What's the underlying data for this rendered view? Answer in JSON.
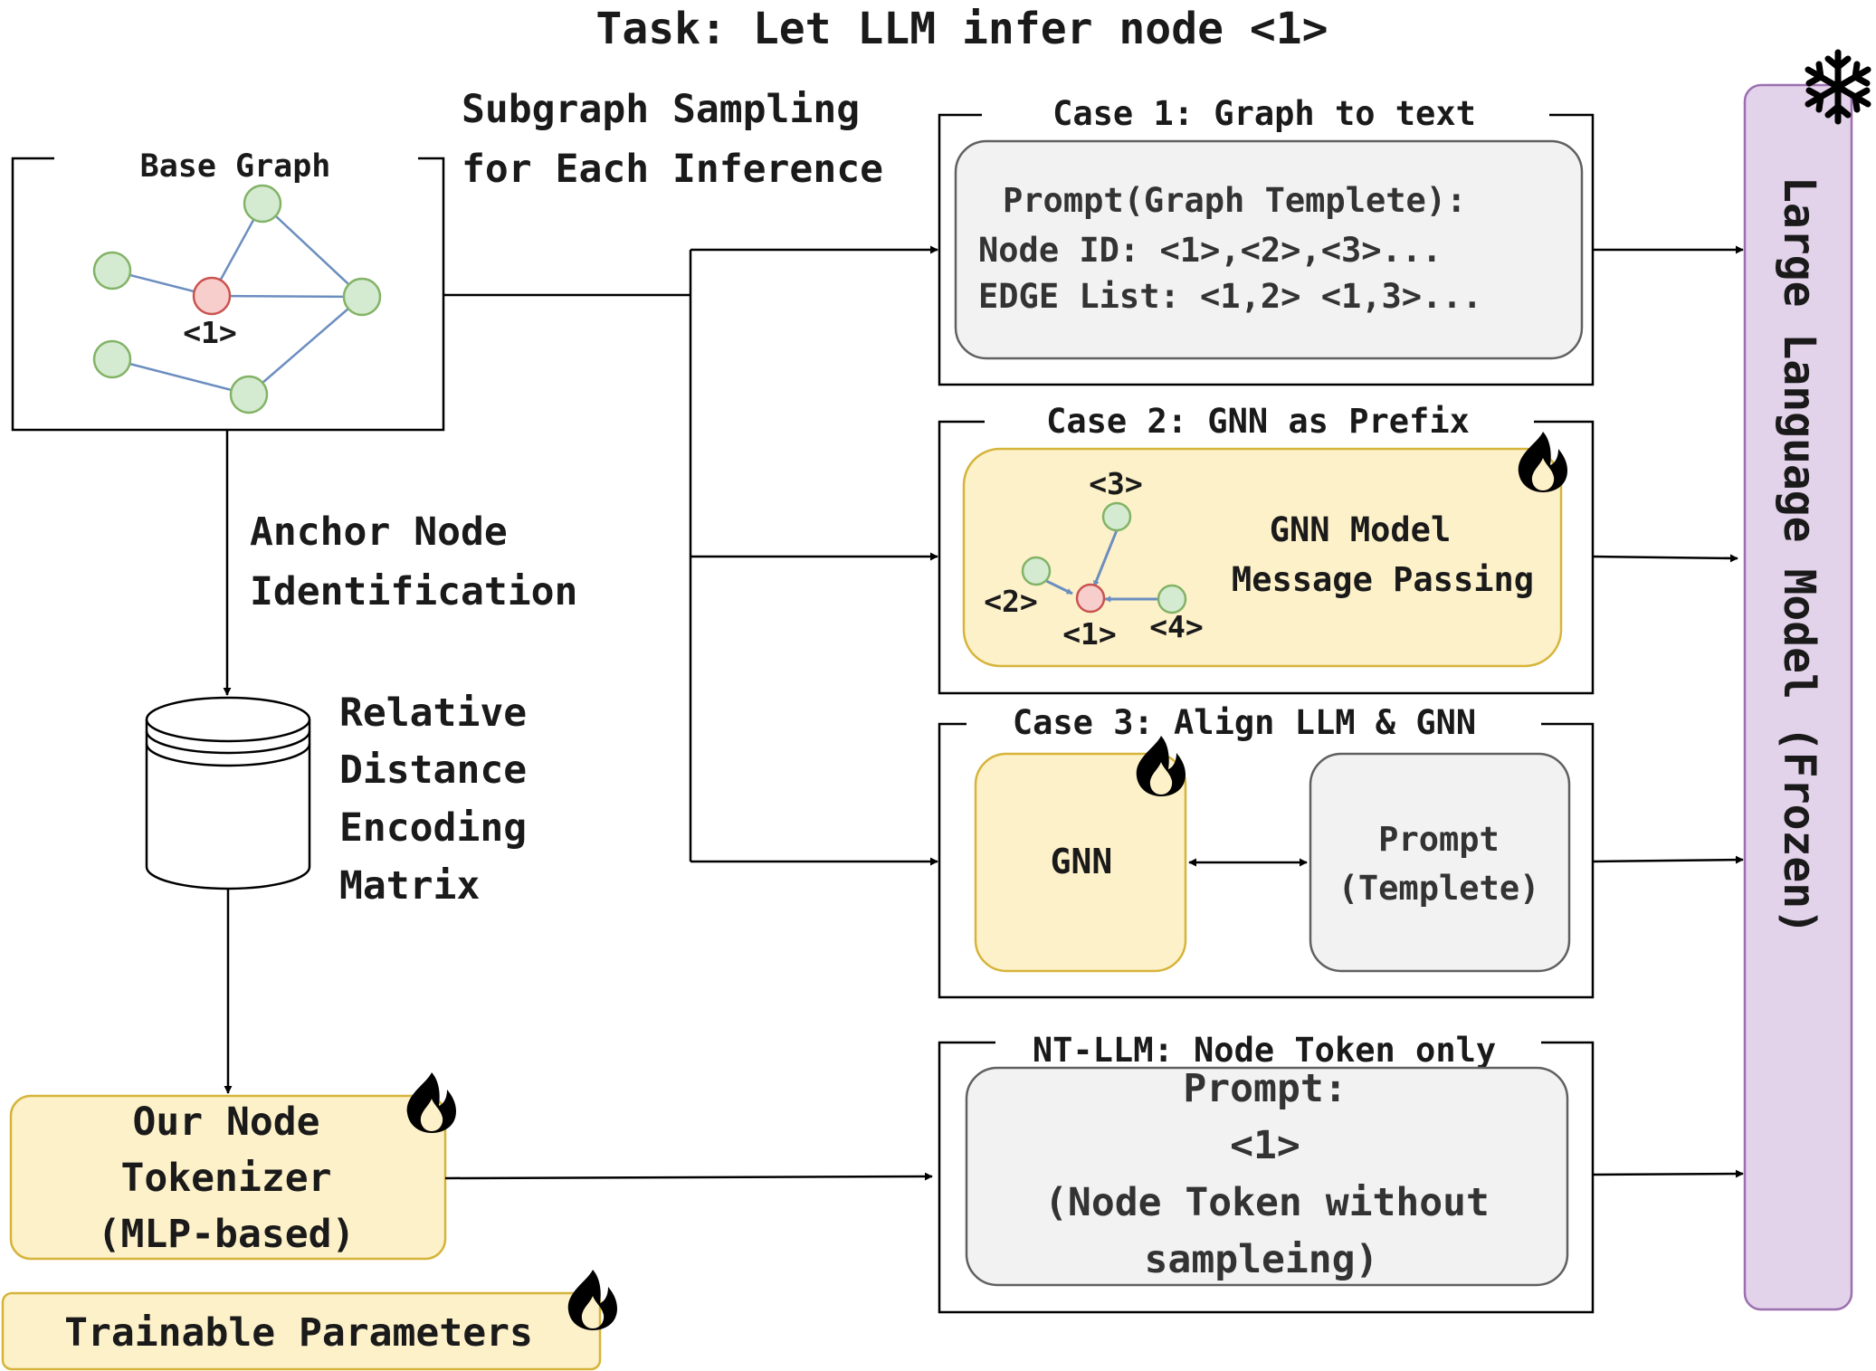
{
  "title": "Task: Let LLM infer node <1>",
  "base_graph": {
    "label": "Base Graph",
    "anchor_node": "<1>"
  },
  "subgraph_sampling": {
    "line1": "Subgraph Sampling",
    "line2": "for Each Inference"
  },
  "anchor_identification": {
    "line1": "Anchor Node",
    "line2": "Identification"
  },
  "rde_matrix": {
    "lines": [
      "Relative",
      "Distance",
      "Encoding",
      "Matrix"
    ]
  },
  "tokenizer": {
    "lines": [
      "Our Node",
      "Tokenizer",
      "(MLP-based)"
    ]
  },
  "legend": {
    "label": "Trainable Parameters"
  },
  "case1": {
    "title": "Case 1: Graph to text",
    "lines": [
      "Prompt(Graph Templete):",
      "Node ID: <1>,<2>,<3>...",
      "EDGE List: <1,2> <1,3>..."
    ]
  },
  "case2": {
    "title": "Case 2: GNN as Prefix",
    "model_line1": "GNN Model",
    "model_line2": "Message Passing",
    "nodes": {
      "center": "<1>",
      "left": "<2>",
      "top": "<3>",
      "right": "<4>"
    }
  },
  "case3": {
    "title": "Case 3: Align LLM & GNN",
    "gnn": "GNN",
    "prompt_line1": "Prompt",
    "prompt_line2": "(Templete)"
  },
  "ntllm": {
    "title": "NT-LLM: Node Token only",
    "lines": [
      "Prompt:",
      "<1>",
      "(Node Token without",
      "sampleing)"
    ]
  },
  "llm": {
    "label": "Large Language Model (Frozen)"
  },
  "colors": {
    "trainable_fill": "#fdf1c9",
    "trainable_stroke": "#d6b43a",
    "prompt_fill": "#f2f2f2",
    "prompt_stroke": "#606060",
    "llm_fill": "#e2d2ea",
    "llm_stroke": "#9c6fb0",
    "node_green_fill": "#d5ebd1",
    "node_green_stroke": "#82b366",
    "node_red_fill": "#f8cecc",
    "node_red_stroke": "#c95450",
    "edge_blue": "#6c8ebf"
  },
  "icons": {
    "trainable": "fire-icon",
    "frozen": "snowflake-icon"
  }
}
